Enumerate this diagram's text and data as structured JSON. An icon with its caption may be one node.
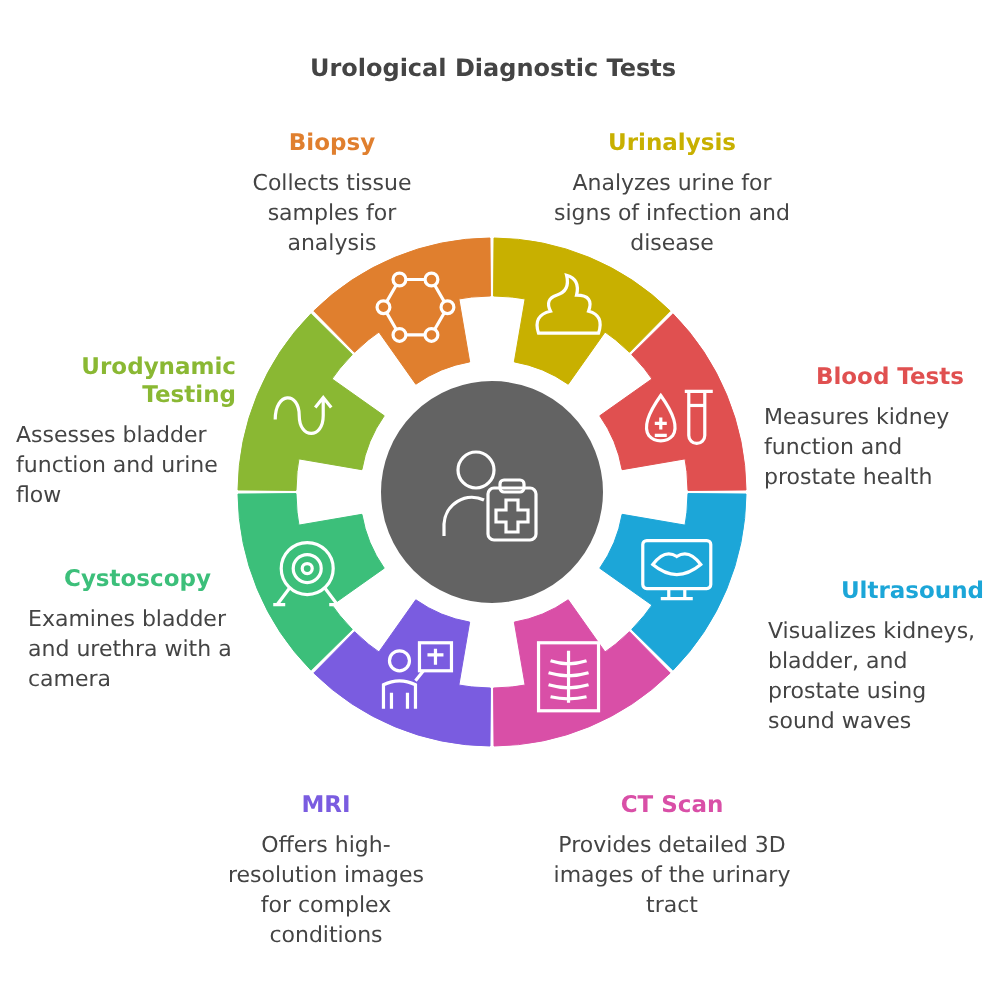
{
  "diagram": {
    "title": "Urological Diagnostic Tests",
    "nodes": [
      {
        "text": [],
        "shape": "circle"
      },
      {
        "text": [
          "Biopsy",
          "Collects tissue samples for analysis"
        ]
      },
      {
        "text": [
          "Urinalysis",
          "Analyzes urine for signs of infection and disease"
        ]
      },
      {
        "text": [
          "Urodynamic Testing",
          "Assesses bladder function and urine flow"
        ]
      },
      {
        "text": [
          "Blood Tests",
          "Measures kidney function and prostate health"
        ]
      },
      {
        "text": [
          "Cystoscopy",
          "Examines bladder and urethra with a camera"
        ]
      },
      {
        "text": [
          "Ultrasound",
          "Visualizes kidneys, bladder, and prostate using sound waves"
        ]
      },
      {
        "text": [
          "MRI",
          "Offers high-resolution images for complex conditions"
        ]
      },
      {
        "text": [
          "CT Scan",
          "Provides detailed 3D images of the urinary tract"
        ]
      }
    ]
  }
}
